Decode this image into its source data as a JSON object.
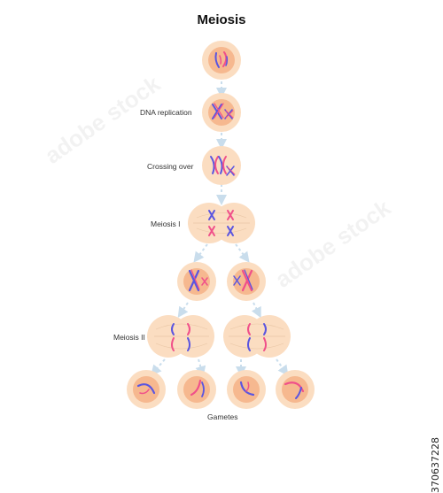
{
  "title": "Meiosis",
  "stages": {
    "dna_replication": "DNA replication",
    "crossing_over": "Crossing over",
    "meiosis_1": "Meiosis I",
    "meiosis_2": "Meiosis II",
    "gametes": "Gametes"
  },
  "stock_id": "370637228",
  "watermark": "adobe stock",
  "colors": {
    "cell_outer": "#FBDDC1",
    "cell_nucleus": "#F6B88F",
    "chromosome_blue": "#5A55E0",
    "chromosome_pink": "#F0508A",
    "arrow": "#C9DDEC",
    "spindle": "#E9C6A6"
  }
}
